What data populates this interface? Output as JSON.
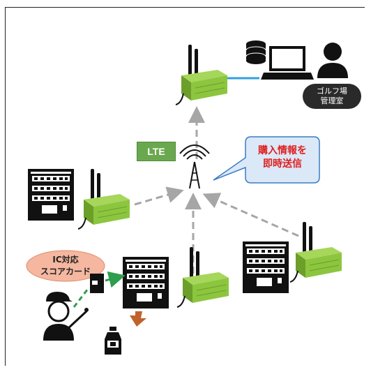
{
  "labels": {
    "lte": "LTE",
    "bubble_line1": "購入情報を",
    "bubble_line2": "即時送信",
    "manager_line1": "ゴルフ場",
    "manager_line2": "管理室",
    "ic_line1": "IC対応",
    "ic_line2": "スコアカード"
  },
  "colors": {
    "router_green": "#8cc63f",
    "lte_badge": "#6aa84f",
    "bubble_fill": "#dbe8f7",
    "bubble_border": "#3a7cc4",
    "bubble_text": "#e02020",
    "arrow_gray": "#a6a6a6",
    "card_arrow_green": "#2e9e4e",
    "ic_bubble_fill": "#f5b7a0",
    "link_blue": "#2ea0e0",
    "drop_arrow": "#c0622c"
  },
  "icons": [
    "router-icon",
    "vending-machine-icon",
    "antenna-icon",
    "database-icon",
    "laptop-icon",
    "person-icon",
    "golfer-icon",
    "ic-card-icon",
    "bottle-icon"
  ]
}
